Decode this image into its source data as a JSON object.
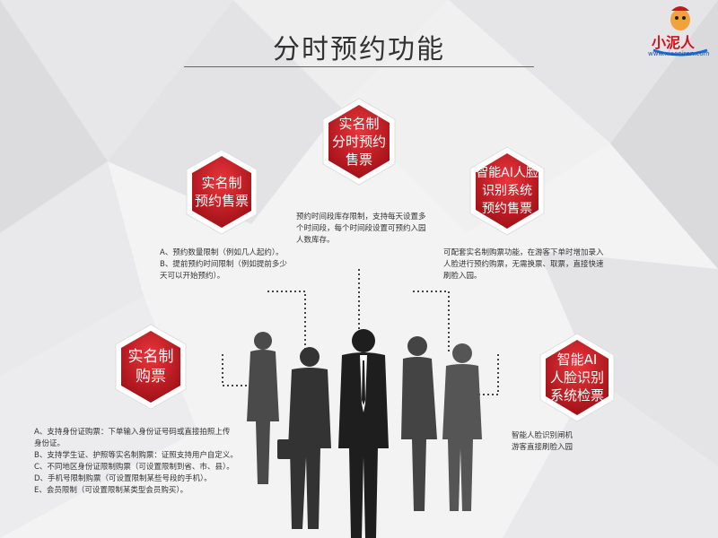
{
  "title": "分时预约功能",
  "logo": {
    "name": "小泥人",
    "url": "www.xiaoniren.com"
  },
  "features": [
    {
      "label": "实名制\n分时预约\n售票",
      "desc": "预约时间段库存限制，支持每天设置多\n个时间段，每个时间段设置可预约入园\n人数库存。"
    },
    {
      "label": "实名制\n预约售票",
      "desc": "A、预约数量限制（例如几人起约）。\nB、提前预约时间限制（例如提前多少\n天可以开始预约）。"
    },
    {
      "label": "智能AI人脸\n识别系统\n预约售票",
      "desc": "可配套实名制购票功能，在游客下单时增加录入\n人脸进行预约购票，无需换票、取票，直接快速\n刷脸入园。"
    },
    {
      "label": "实名制\n购票",
      "desc": "A、支持身份证购票：下单输入身份证号码或直接拍照上传\n身份证。\nB、支持学生证、护照等实名制购票：证照支持用户自定义。\nC、不同地区身份证限制购票（可设置限制到省、市、县）。\nD、手机号限制购票（可设置限制某些号段的手机）。\nE、会员限制（可设置限制某类型会员购买）。"
    },
    {
      "label": "智能AI\n人脸识别\n系统检票",
      "desc": "智能人脸识别闸机\n游客直接刷脸入园"
    }
  ],
  "colors": {
    "accent": "#d21f26",
    "accent_dark": "#9c0e14",
    "text": "#333333"
  }
}
